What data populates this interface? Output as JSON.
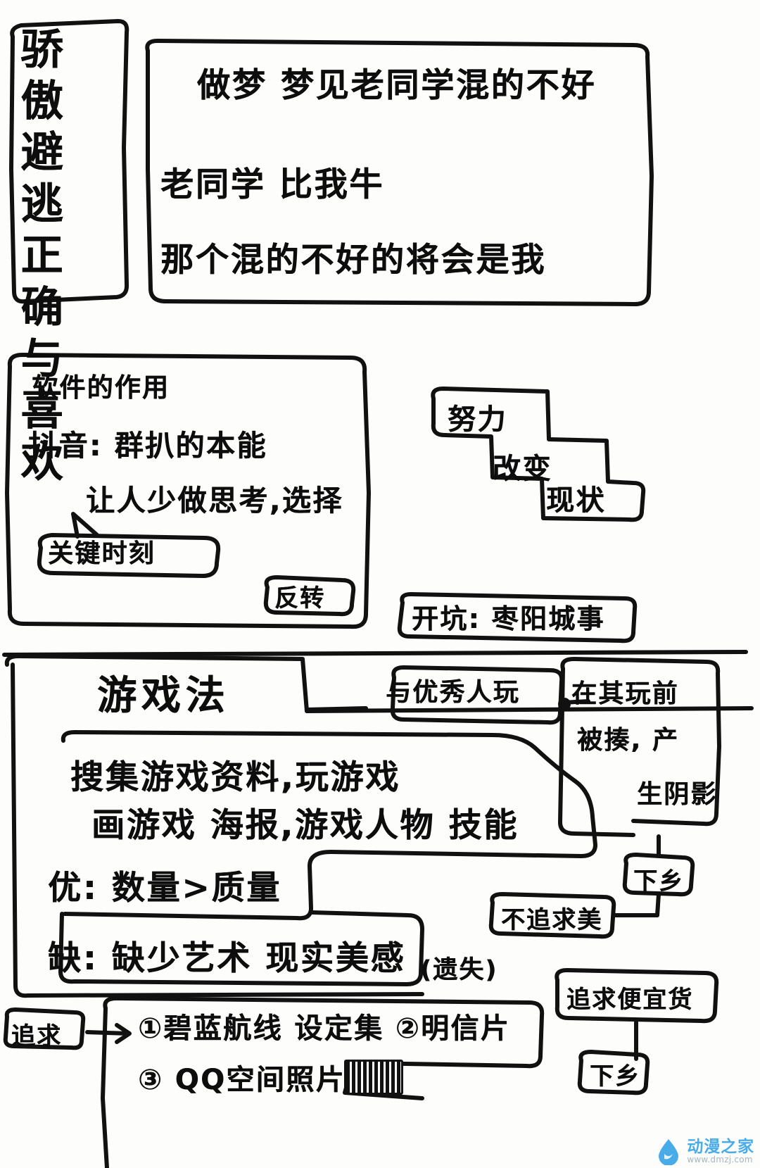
{
  "page": {
    "kind": "handwritten-chinese-mindmap-scan",
    "background_color": "#fdfdfb",
    "ink_color": "#0d0d0d"
  },
  "top_section": {
    "title_box": {
      "vertical_text": "骄傲避逃正确与喜欢",
      "reading": "骄傲 逃避 正确 与 喜欢"
    },
    "dream_box": {
      "lines": [
        "做梦 梦见老同学混的不好",
        "老同学 比我牛",
        "那个混的不好的将会是我"
      ]
    }
  },
  "middle_section": {
    "software_box": {
      "title": "软件的作用",
      "lines": [
        "抖音: 群扒的本能",
        "让人少做思考,选择"
      ],
      "bubbles": [
        {
          "text": "关键时刻"
        },
        {
          "text": "反转"
        }
      ]
    },
    "effort_box": {
      "steps": [
        "努力",
        "改变",
        "现状"
      ]
    },
    "pit_box": {
      "text": "开坑: 枣阳城事"
    }
  },
  "bottom_section": {
    "title": "游戏法",
    "body_lines": [
      "搜集游戏资料,玩游戏",
      "画游戏 海报,游戏人物 技能"
    ],
    "pros": "优: 数量>质量",
    "cons": "缺: 缺少艺术 现实美感",
    "cons_note": "(遗失)",
    "right_branch": {
      "play_with_good": "与优秀人玩",
      "shadow_lines": [
        "在其玩前",
        "被揍, 产",
        "生阴影"
      ],
      "to_country_1": "下乡",
      "no_beauty": "不追求美",
      "cheap_goods": "追求便宜货",
      "to_country_2": "下乡"
    },
    "pursue_label": "追求",
    "pursue_arrow": "→",
    "list_items": [
      "①碧蓝航线 设定集 ②明信片",
      "③ QQ空间照片"
    ],
    "censored_block": "redacted-bar"
  },
  "watermark": {
    "brand": "动漫之家",
    "url": "www.dmzj.com",
    "icon": "water-drop-icon",
    "color": "#3aa6e8"
  }
}
